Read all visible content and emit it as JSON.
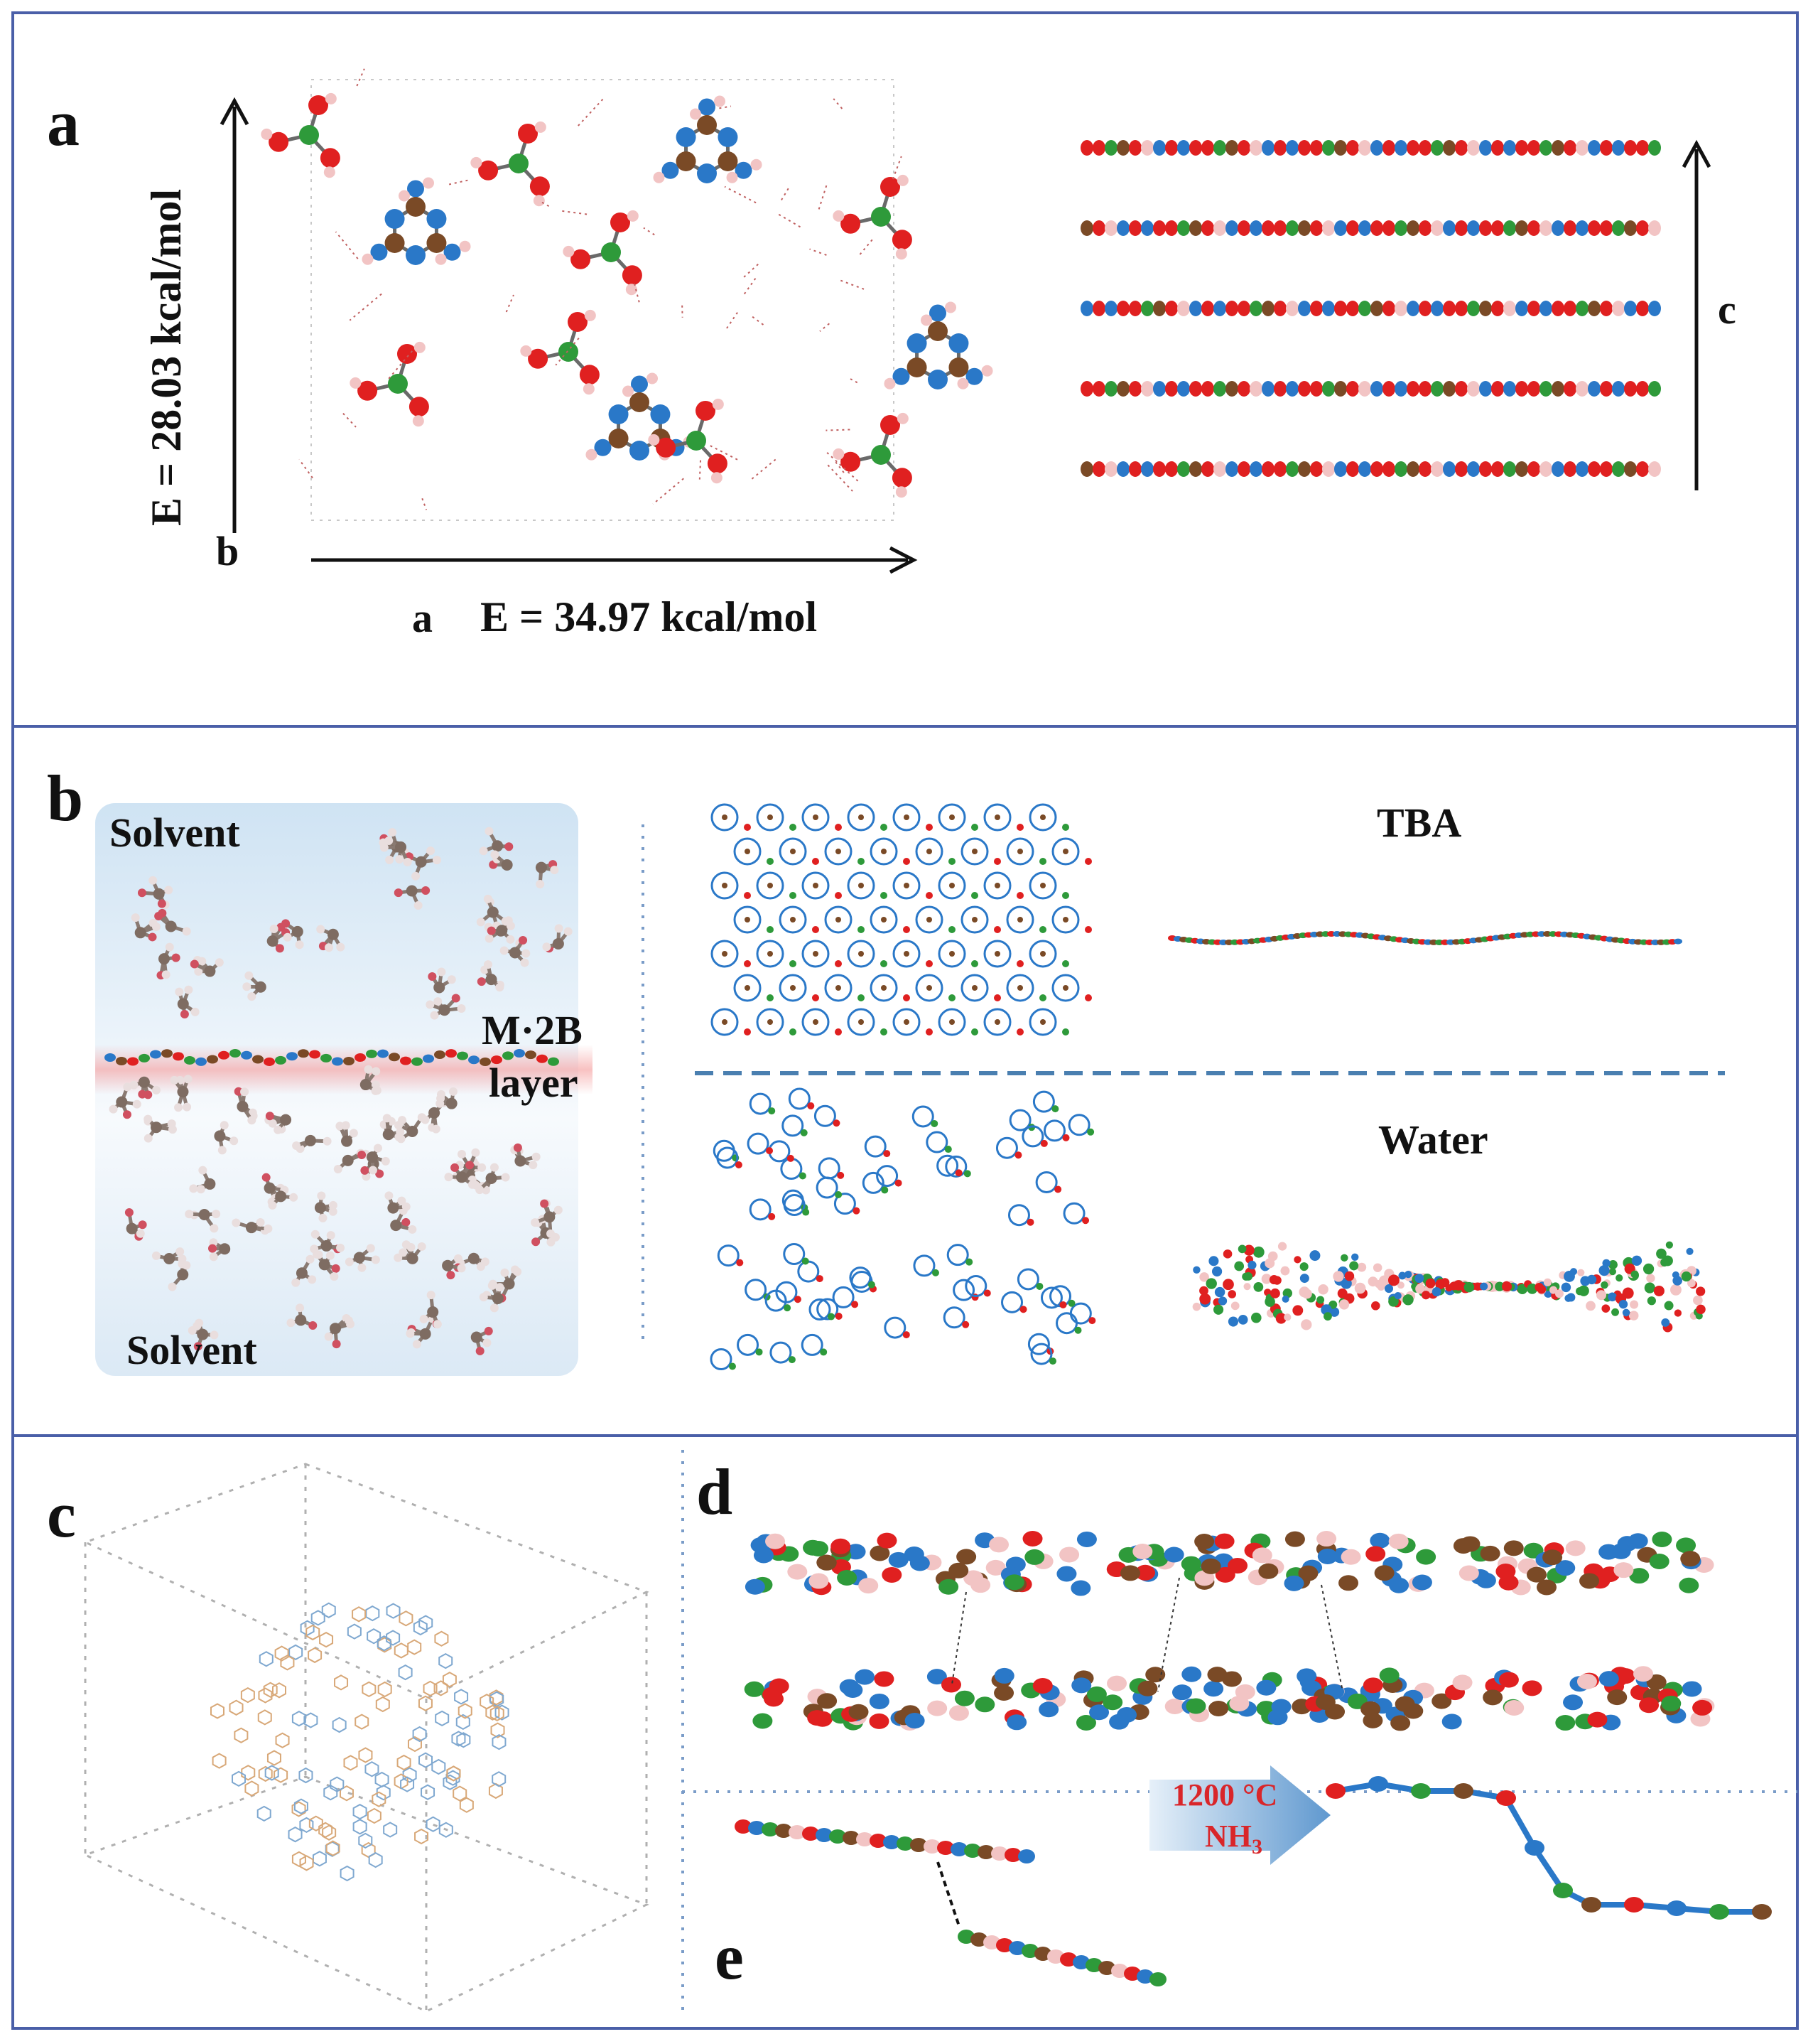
{
  "panel_a": {
    "letter": "a",
    "energy_b": "E = 28.03 kcal/mol",
    "axis_b": "b",
    "axis_a": "a",
    "energy_a": "E = 34.97 kcal/mol",
    "axis_c": "c"
  },
  "panel_b": {
    "letter": "b",
    "solvent_top": "Solvent",
    "layer_line1": "M·2B",
    "layer_line2": "layer",
    "solvent_bottom": "Solvent",
    "tba": "TBA",
    "water": "Water"
  },
  "panel_c": {
    "letter": "c"
  },
  "panel_d": {
    "letter": "d"
  },
  "panel_e": {
    "letter": "e",
    "condition_temp": "1200 °C",
    "condition_gas": "NH",
    "condition_gas_sub": "3"
  },
  "colors": {
    "border": "#4a5fa8",
    "oxygen": "#e02020",
    "nitrogen": "#2a78c8",
    "carbon": "#7a4a26",
    "boron": "#2e9a3a",
    "hydrogen": "#f2c4c4",
    "accent_text": "#d9262a"
  }
}
